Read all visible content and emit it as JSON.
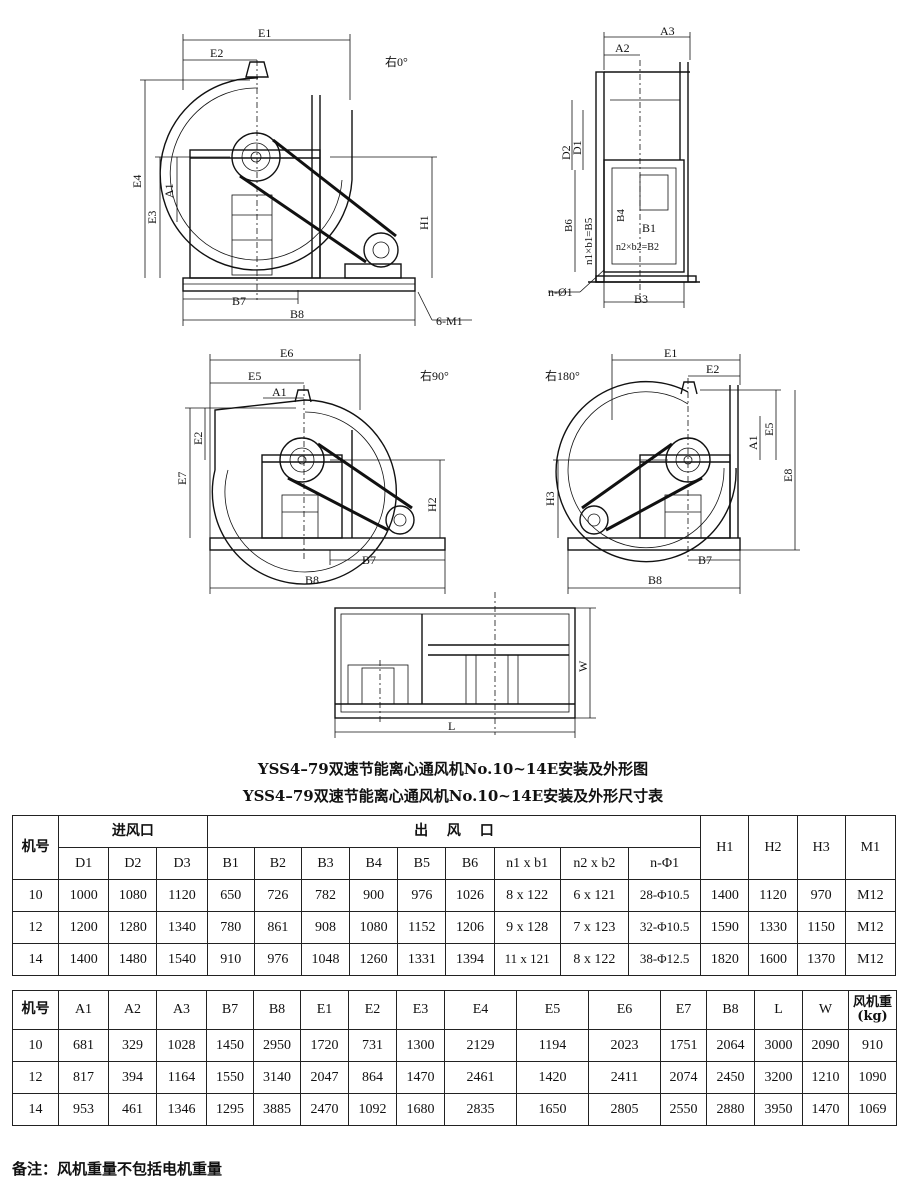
{
  "drawing": {
    "view1": {
      "label": "右0°",
      "dims": [
        "E1",
        "E2",
        "E4",
        "E3",
        "A1",
        "H1",
        "B7",
        "B8",
        "6-M1"
      ]
    },
    "view2": {
      "dims": [
        "A3",
        "A2",
        "D2",
        "D1",
        "B6",
        "n1×b1=B5",
        "B4",
        "B1",
        "n2×b2=B2",
        "n-Φ1",
        "B3"
      ]
    },
    "view3": {
      "label": "右90°",
      "dims": [
        "E6",
        "E5",
        "A1",
        "E2",
        "E7",
        "H2",
        "B7",
        "B8"
      ]
    },
    "view4": {
      "label": "右180°",
      "dims": [
        "E1",
        "E2",
        "A1",
        "E5",
        "E8",
        "H3",
        "B7",
        "B8"
      ]
    },
    "view5": {
      "dims": [
        "W",
        "L"
      ]
    }
  },
  "titles": {
    "drawing_title": "YSS4–79双速节能离心通风机No.10~14E安装及外形图",
    "table_title": "YSS4–79双速节能离心通风机No.10~14E安装及外形尺寸表"
  },
  "table1": {
    "machine_label": "机号",
    "inlet_label": "进风口",
    "outlet_label": "出　 风　 口",
    "inlet_cols": [
      "D1",
      "D2",
      "D3"
    ],
    "outlet_cols": [
      "B1",
      "B2",
      "B3",
      "B4",
      "B5",
      "B6",
      "n1 x b1",
      "n2 x b2",
      "n-Φ1"
    ],
    "tail_cols": [
      "H1",
      "H2",
      "H3",
      "M1"
    ],
    "rows": [
      [
        "10",
        "1000",
        "1080",
        "1120",
        "650",
        "726",
        "782",
        "900",
        "976",
        "1026",
        "8 x 122",
        "6 x 121",
        "28-Φ10.5",
        "1400",
        "1120",
        "970",
        "M12"
      ],
      [
        "12",
        "1200",
        "1280",
        "1340",
        "780",
        "861",
        "908",
        "1080",
        "1152",
        "1206",
        "9 x 128",
        "7 x 123",
        "32-Φ10.5",
        "1590",
        "1330",
        "1150",
        "M12"
      ],
      [
        "14",
        "1400",
        "1480",
        "1540",
        "910",
        "976",
        "1048",
        "1260",
        "1331",
        "1394",
        "11 x 121",
        "8 x 122",
        "38-Φ12.5",
        "1820",
        "1600",
        "1370",
        "M12"
      ]
    ]
  },
  "table2": {
    "headers": [
      "机号",
      "A1",
      "A2",
      "A3",
      "B7",
      "B8",
      "E1",
      "E2",
      "E3",
      "E4",
      "E5",
      "E6",
      "E7",
      "B8",
      "L",
      "W"
    ],
    "weight_label": "风机重",
    "weight_unit": "(kg)",
    "rows": [
      [
        "10",
        "681",
        "329",
        "1028",
        "1450",
        "2950",
        "1720",
        "731",
        "1300",
        "2129",
        "1194",
        "2023",
        "1751",
        "2064",
        "3000",
        "2090",
        "910"
      ],
      [
        "12",
        "817",
        "394",
        "1164",
        "1550",
        "3140",
        "2047",
        "864",
        "1470",
        "2461",
        "1420",
        "2411",
        "2074",
        "2450",
        "3200",
        "1210",
        "1090"
      ],
      [
        "14",
        "953",
        "461",
        "1346",
        "1295",
        "3885",
        "2470",
        "1092",
        "1680",
        "2835",
        "1650",
        "2805",
        "2550",
        "2880",
        "3950",
        "1470",
        "1069"
      ]
    ]
  },
  "note": "备注：风机重量不包括电机重量"
}
